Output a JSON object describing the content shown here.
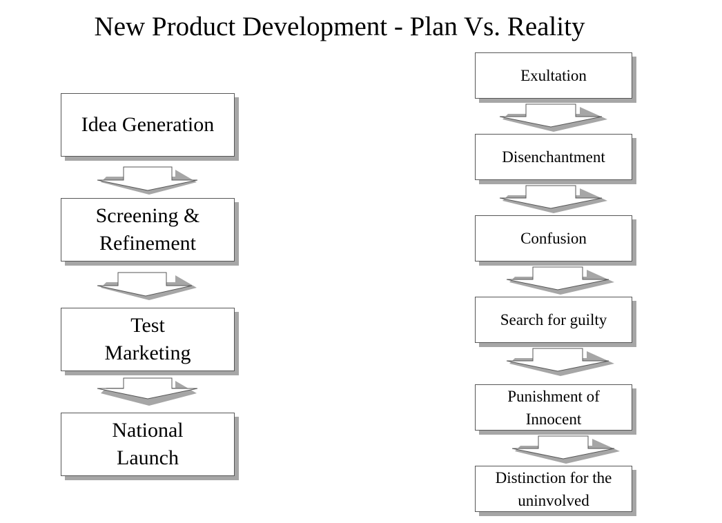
{
  "title": "New Product Development - Plan Vs. Reality",
  "plan": {
    "steps": [
      "Idea Generation",
      "Screening &\nRefinement",
      "Test\nMarketing",
      "National\nLaunch"
    ]
  },
  "reality": {
    "steps": [
      "Exultation",
      "Disenchantment",
      "Confusion",
      "Search for guilty",
      "Punishment of\nInnocent",
      "Distinction for the\nuninvolved"
    ]
  },
  "colors": {
    "box_border": "#555555",
    "box_shadow": "#a6a6a6",
    "arrow_fill": "#ffffff"
  }
}
